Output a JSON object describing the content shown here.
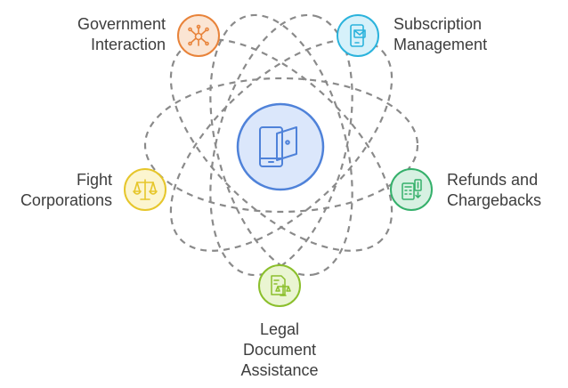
{
  "nodes": {
    "government": {
      "lines": [
        "Government",
        "Interaction"
      ],
      "icon": "network-hub-icon",
      "color": "#e8833a",
      "fill": "#fbe5d3"
    },
    "subscription": {
      "lines": [
        "Subscription",
        "Management"
      ],
      "icon": "phone-message-icon",
      "color": "#2bb3dc",
      "fill": "#d6f1fa"
    },
    "refunds": {
      "lines": [
        "Refunds and",
        "Chargebacks"
      ],
      "icon": "receipt-calculator-icon",
      "color": "#35b06b",
      "fill": "#d7f1e2"
    },
    "legal": {
      "lines": [
        "Legal",
        "Document",
        "Assistance"
      ],
      "icon": "document-scales-icon",
      "color": "#8bbf2c",
      "fill": "#eaf5d2"
    },
    "fight": {
      "lines": [
        "Fight",
        "Corporations"
      ],
      "icon": "balance-scale-icon",
      "color": "#e6c62b",
      "fill": "#fcf5cf"
    }
  },
  "center": {
    "icon": "phone-wallet-icon",
    "color": "#4f82d9",
    "fill": "#dbe7fb"
  }
}
